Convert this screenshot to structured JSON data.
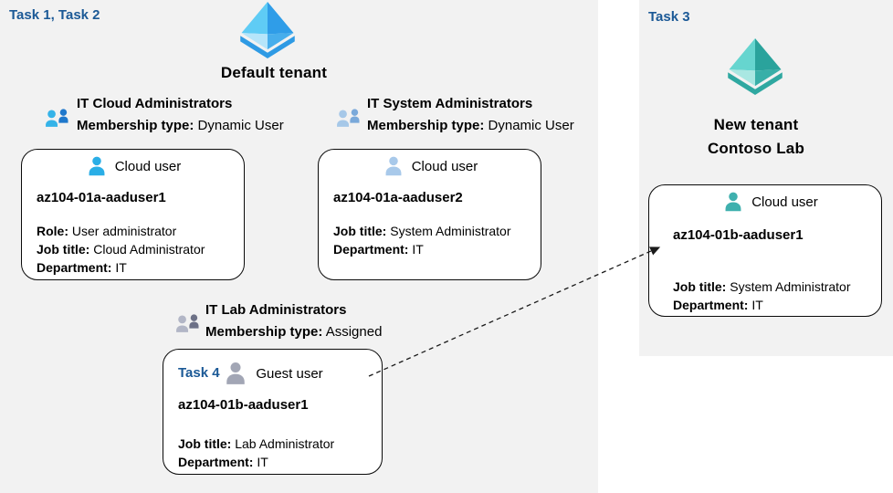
{
  "colors": {
    "panel_bg": "#f2f2f2",
    "card_bg": "#ffffff",
    "card_border": "#0a0a0a",
    "task_label": "#1b5996",
    "text": "#000000"
  },
  "left_panel": {
    "task_label": "Task 1, Task 2",
    "tenant_name": "Default tenant"
  },
  "right_panel": {
    "task_label": "Task 3",
    "tenant_name_line1": "New tenant",
    "tenant_name_line2": "Contoso Lab"
  },
  "groups": [
    {
      "name": "IT Cloud Administrators",
      "membership_label": "Membership type:",
      "membership_value": "Dynamic User"
    },
    {
      "name": "IT System Administrators",
      "membership_label": "Membership type:",
      "membership_value": "Dynamic User"
    },
    {
      "name": "IT Lab Administrators",
      "membership_label": "Membership type:",
      "membership_value": "Assigned"
    }
  ],
  "users": [
    {
      "type_label": "Cloud user",
      "name": "az104-01a-aaduser1",
      "role_label": "Role:",
      "role_value": "User administrator",
      "job_label": "Job title:",
      "job_value": "Cloud Administrator",
      "dept_label": "Department:",
      "dept_value": "IT"
    },
    {
      "type_label": "Cloud user",
      "name": "az104-01a-aaduser2",
      "job_label": "Job title:",
      "job_value": "System Administrator",
      "dept_label": "Department:",
      "dept_value": "IT"
    },
    {
      "task_label": "Task 4",
      "type_label": "Guest user",
      "name": "az104-01b-aaduser1",
      "job_label": "Job title:",
      "job_value": "Lab Administrator",
      "dept_label": "Department:",
      "dept_value": "IT"
    },
    {
      "type_label": "Cloud user",
      "name": "az104-01b-aaduser1",
      "job_label": "Job title:",
      "job_value": "System Administrator",
      "dept_label": "Department:",
      "dept_value": "IT"
    }
  ],
  "icons": {
    "default_tenant_icon": {
      "face_top_left": "#5fccf5",
      "face_top_right": "#2f9de8",
      "face_bottom_left": "#b6e5fa",
      "face_bottom_right": "#47aeec",
      "tray": "#2e9ae4"
    },
    "new_tenant_icon": {
      "face_top_left": "#66d5cf",
      "face_top_right": "#2aa39c",
      "face_bottom_left": "#a9e7e2",
      "face_bottom_right": "#38afa8",
      "tray": "#2fa8a1"
    },
    "group_icons": [
      {
        "front": "#35b3e8",
        "back": "#1f78cc"
      },
      {
        "front": "#a6c8e8",
        "back": "#7aa9da"
      },
      {
        "front": "#b2b6c6",
        "back": "#6d7187"
      }
    ],
    "user_icons": [
      {
        "fill": "#2aaee6"
      },
      {
        "fill": "#a8c9ea"
      },
      {
        "fill": "#a2a6b5"
      },
      {
        "fill": "#3fb0ae"
      }
    ],
    "connector": {
      "type": "dashed-arrow",
      "color": "#1a1a1a"
    }
  }
}
